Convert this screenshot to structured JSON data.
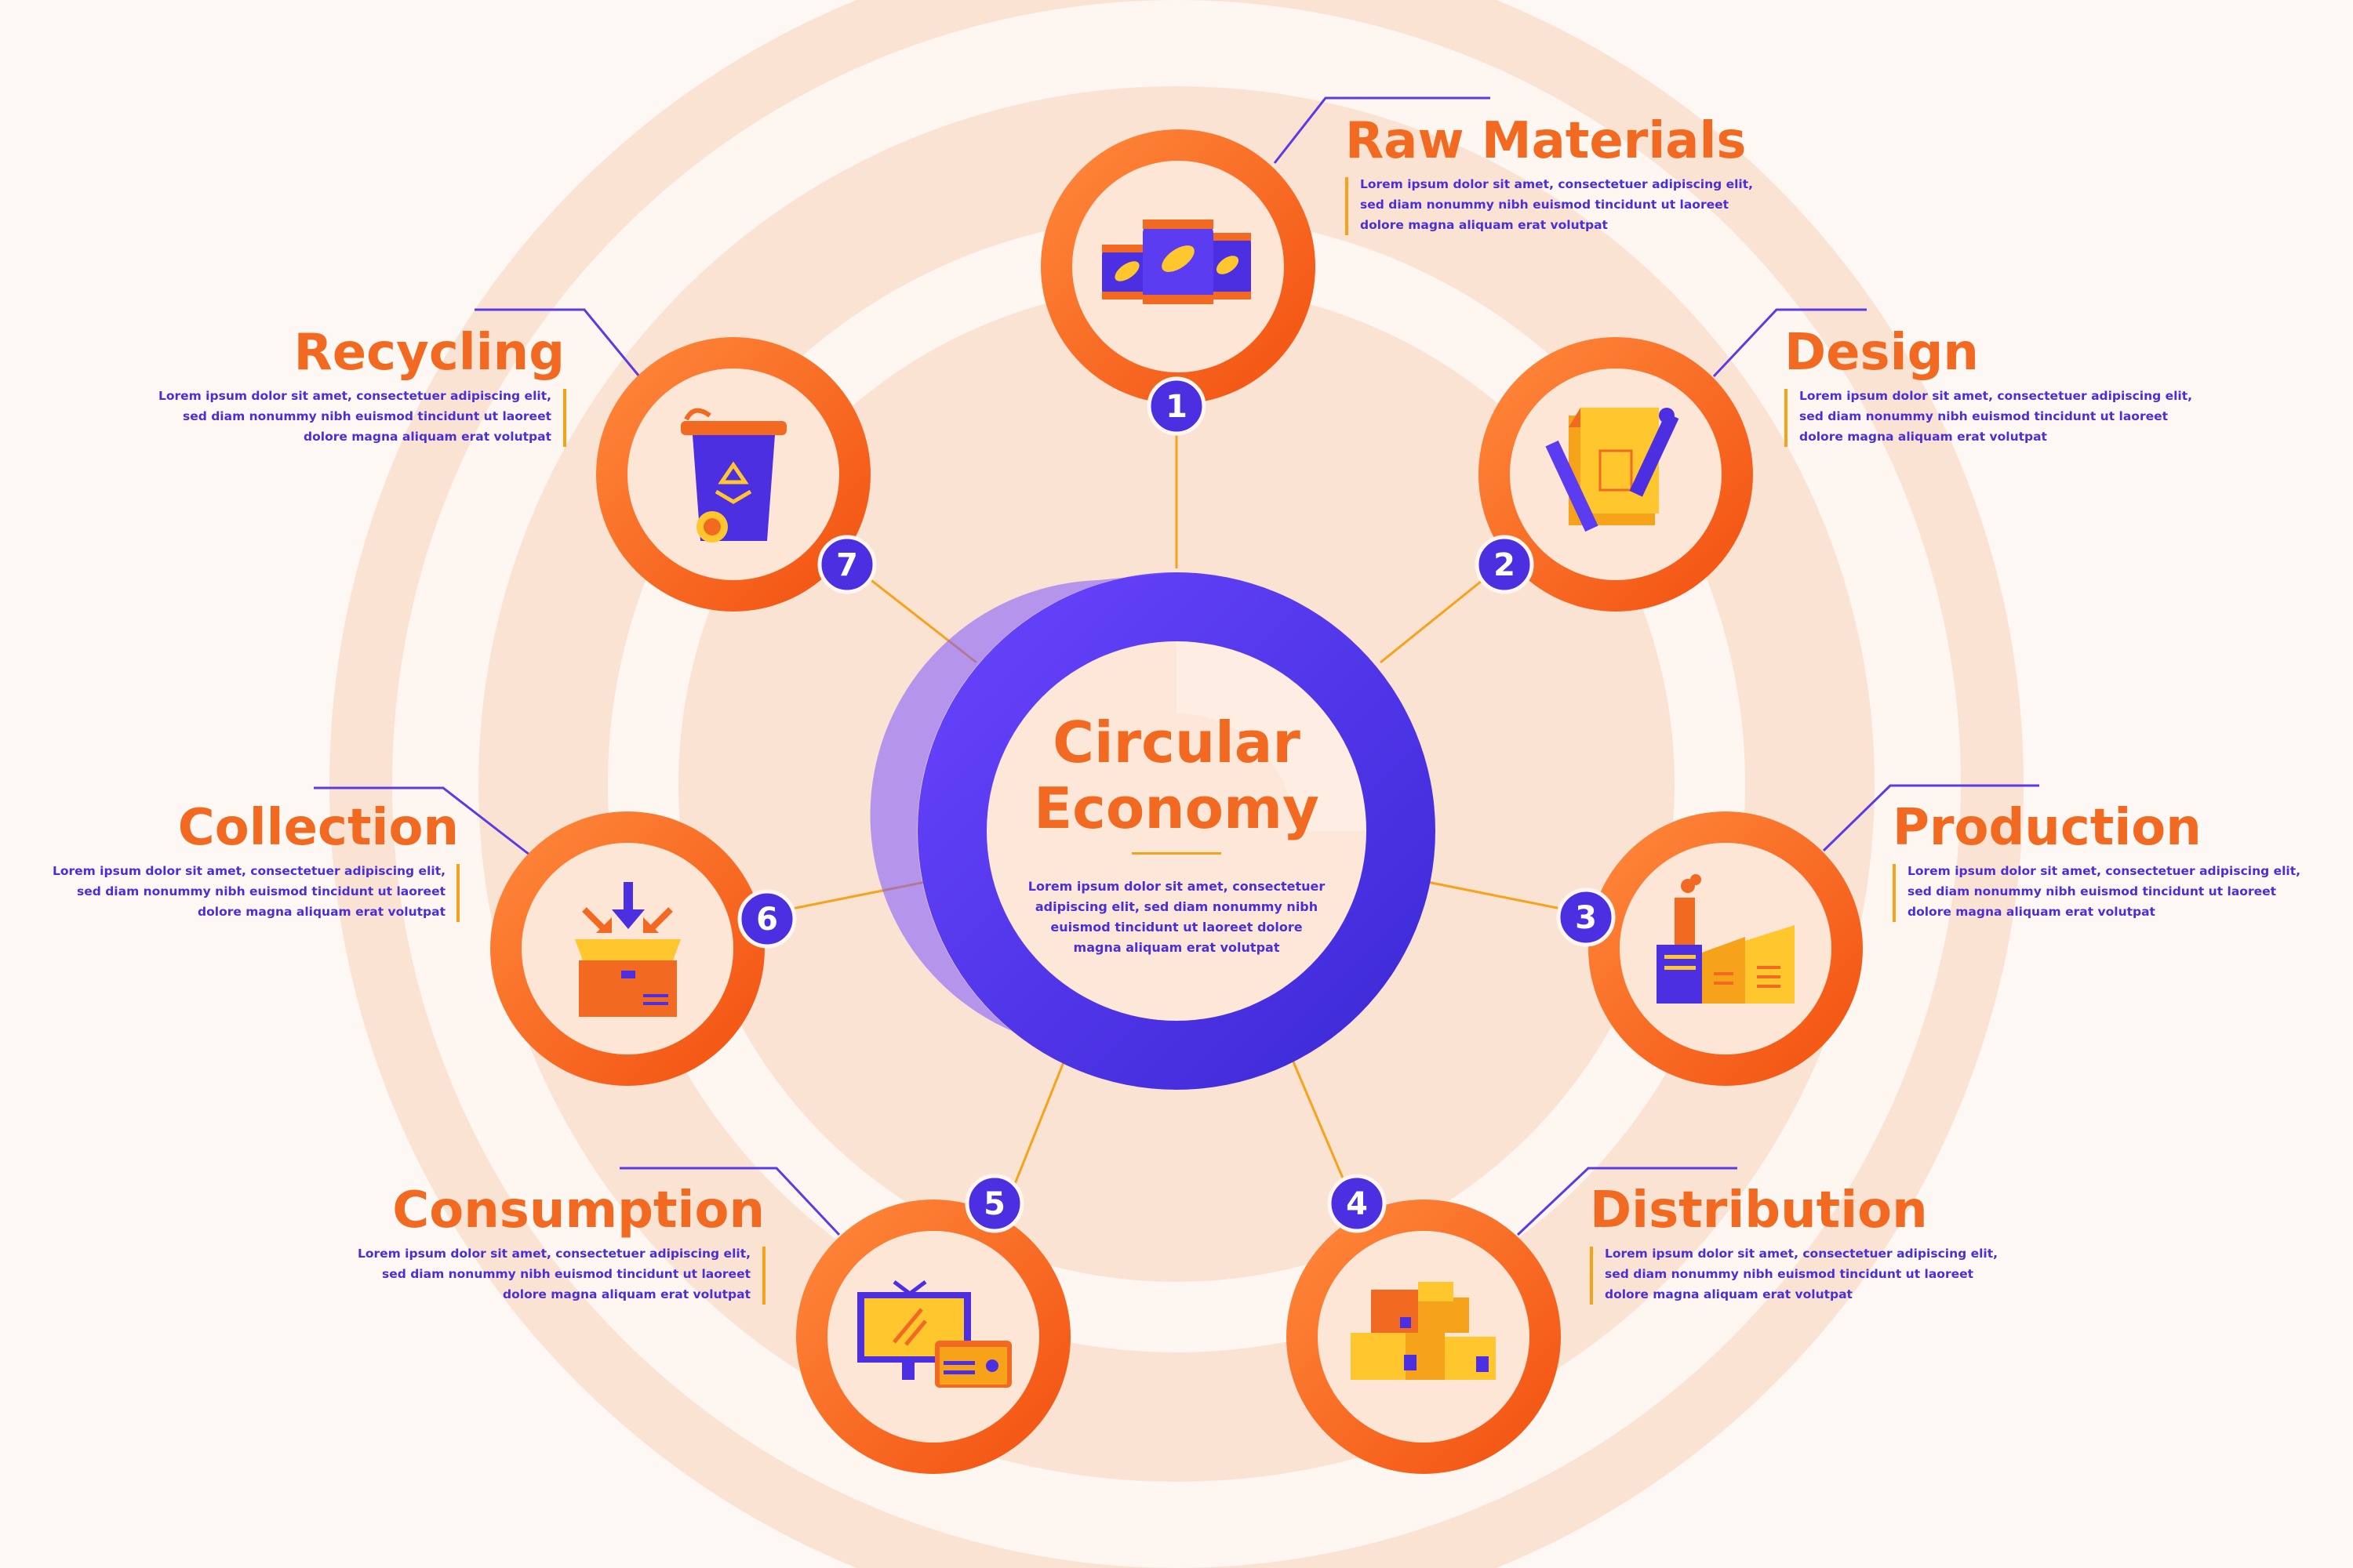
{
  "center": {
    "title_line1": "Circular",
    "title_line2": "Economy",
    "desc_lines": [
      "Lorem ipsum dolor sit amet, consectetuer",
      "adipiscing elit, sed diam nonummy nibh",
      "euismod tincidunt ut laoreet dolore",
      "magna aliquam erat volutpat"
    ]
  },
  "steps": [
    {
      "number": "1",
      "title": "Raw Materials",
      "icon": "cans-icon",
      "desc_lines": [
        "Lorem ipsum dolor sit amet, consectetuer adipiscing elit,",
        "sed diam nonummy nibh euismod tincidunt ut laoreet",
        "dolore magna aliquam erat volutpat"
      ]
    },
    {
      "number": "2",
      "title": "Design",
      "icon": "blueprint-pencil-icon",
      "desc_lines": [
        "Lorem ipsum dolor sit amet, consectetuer adipiscing elit,",
        "sed diam nonummy nibh euismod tincidunt ut laoreet",
        "dolore magna aliquam erat volutpat"
      ]
    },
    {
      "number": "3",
      "title": "Production",
      "icon": "factory-icon",
      "desc_lines": [
        "Lorem ipsum dolor sit amet, consectetuer adipiscing elit,",
        "sed diam nonummy nibh euismod tincidunt ut laoreet",
        "dolore magna aliquam erat volutpat"
      ]
    },
    {
      "number": "4",
      "title": "Distribution",
      "icon": "boxes-icon",
      "desc_lines": [
        "Lorem ipsum dolor sit amet, consectetuer adipiscing elit,",
        "sed diam nonummy nibh euismod tincidunt ut laoreet",
        "dolore magna aliquam erat volutpat"
      ]
    },
    {
      "number": "5",
      "title": "Consumption",
      "icon": "tv-radio-icon",
      "desc_lines": [
        "Lorem ipsum dolor sit amet, consectetuer adipiscing elit,",
        "sed diam nonummy nibh euismod tincidunt ut laoreet",
        "dolore magna aliquam erat volutpat"
      ]
    },
    {
      "number": "6",
      "title": "Collection",
      "icon": "box-arrows-icon",
      "desc_lines": [
        "Lorem ipsum dolor sit amet, consectetuer adipiscing elit,",
        "sed diam nonummy nibh euismod tincidunt ut laoreet",
        "dolore magna aliquam erat volutpat"
      ]
    },
    {
      "number": "7",
      "title": "Recycling",
      "icon": "recycle-bin-icon",
      "desc_lines": [
        "Lorem ipsum dolor sit amet, consectetuer adipiscing elit,",
        "sed diam nonummy nibh euismod tincidunt ut laoreet",
        "dolore magna aliquam erat volutpat"
      ]
    }
  ],
  "colors": {
    "background": "#fdf8f4",
    "band": "#fbe3d3",
    "orange": "#f26a21",
    "orange_light": "#ff8a3d",
    "purple": "#4b2fe0",
    "purple_light": "#6a45ff",
    "amber": "#f7a21b",
    "yellow": "#ffc62e"
  }
}
